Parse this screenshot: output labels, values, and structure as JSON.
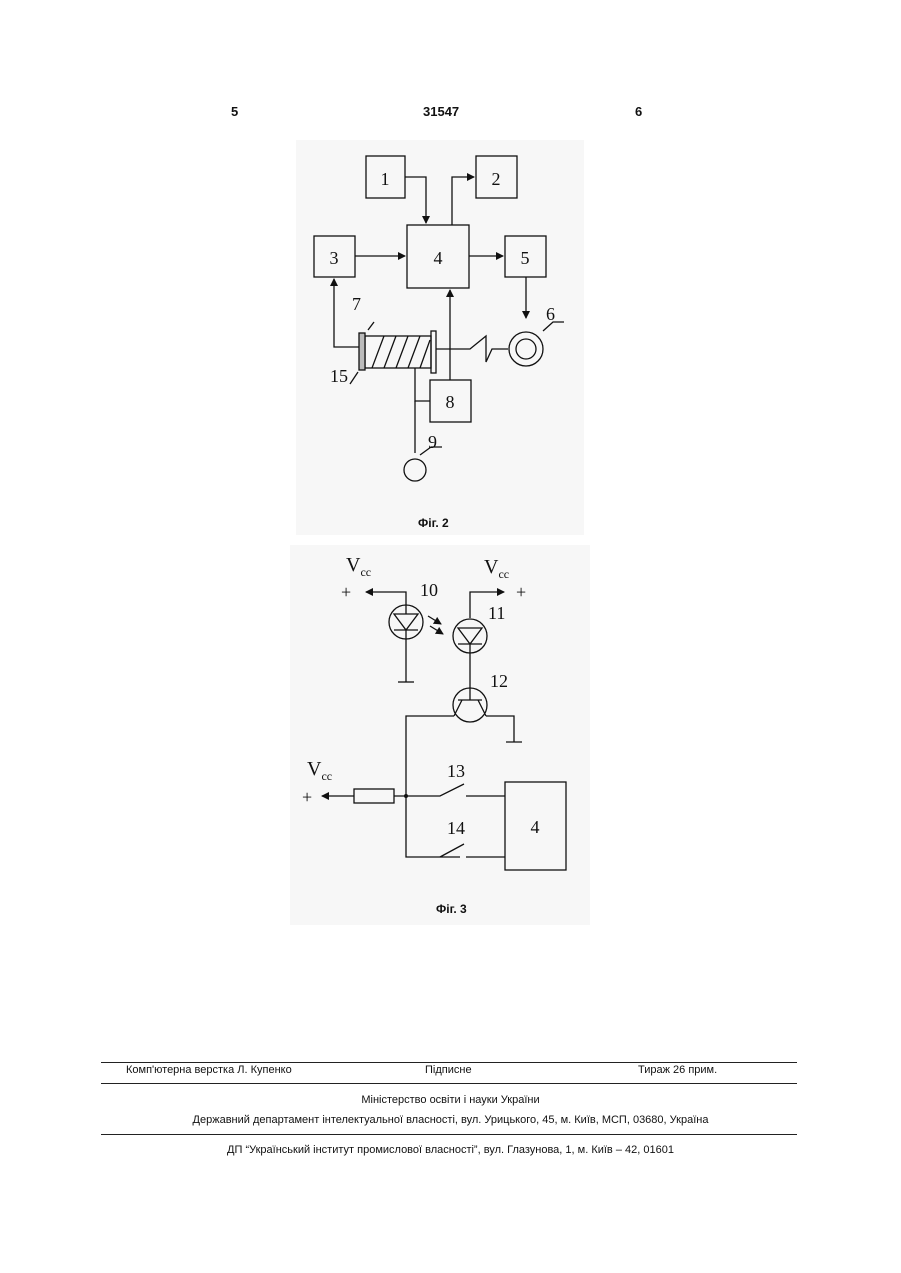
{
  "header": {
    "page_left": "5",
    "patent_number": "31547",
    "page_right": "6"
  },
  "fig2": {
    "caption": "Фіг. 2",
    "blocks": {
      "b1": "1",
      "b2": "2",
      "b3": "3",
      "b4": "4",
      "b5": "5",
      "b8": "8"
    },
    "labels": {
      "l6": "6",
      "l7": "7",
      "l9": "9",
      "l15": "15"
    }
  },
  "fig3": {
    "caption": "Фіг. 3",
    "vcc_v": "V",
    "vcc_sub": "cc",
    "plus": "+",
    "labels": {
      "l10": "10",
      "l11": "11",
      "l12": "12",
      "l13": "13",
      "l14": "14"
    },
    "block4": "4"
  },
  "footer": {
    "line1_left": "Комп'ютерна верстка Л. Купенко",
    "line1_mid": "Підписне",
    "line1_right": "Тираж 26 прим.",
    "line2": "Міністерство освіти і науки України",
    "line3": "Державний департамент інтелектуальної власності, вул. Урицького, 45, м. Київ, МСП, 03680, Україна",
    "line4": "ДП “Український інститут промислової власності”, вул. Глазунова, 1, м. Київ – 42, 01601"
  }
}
